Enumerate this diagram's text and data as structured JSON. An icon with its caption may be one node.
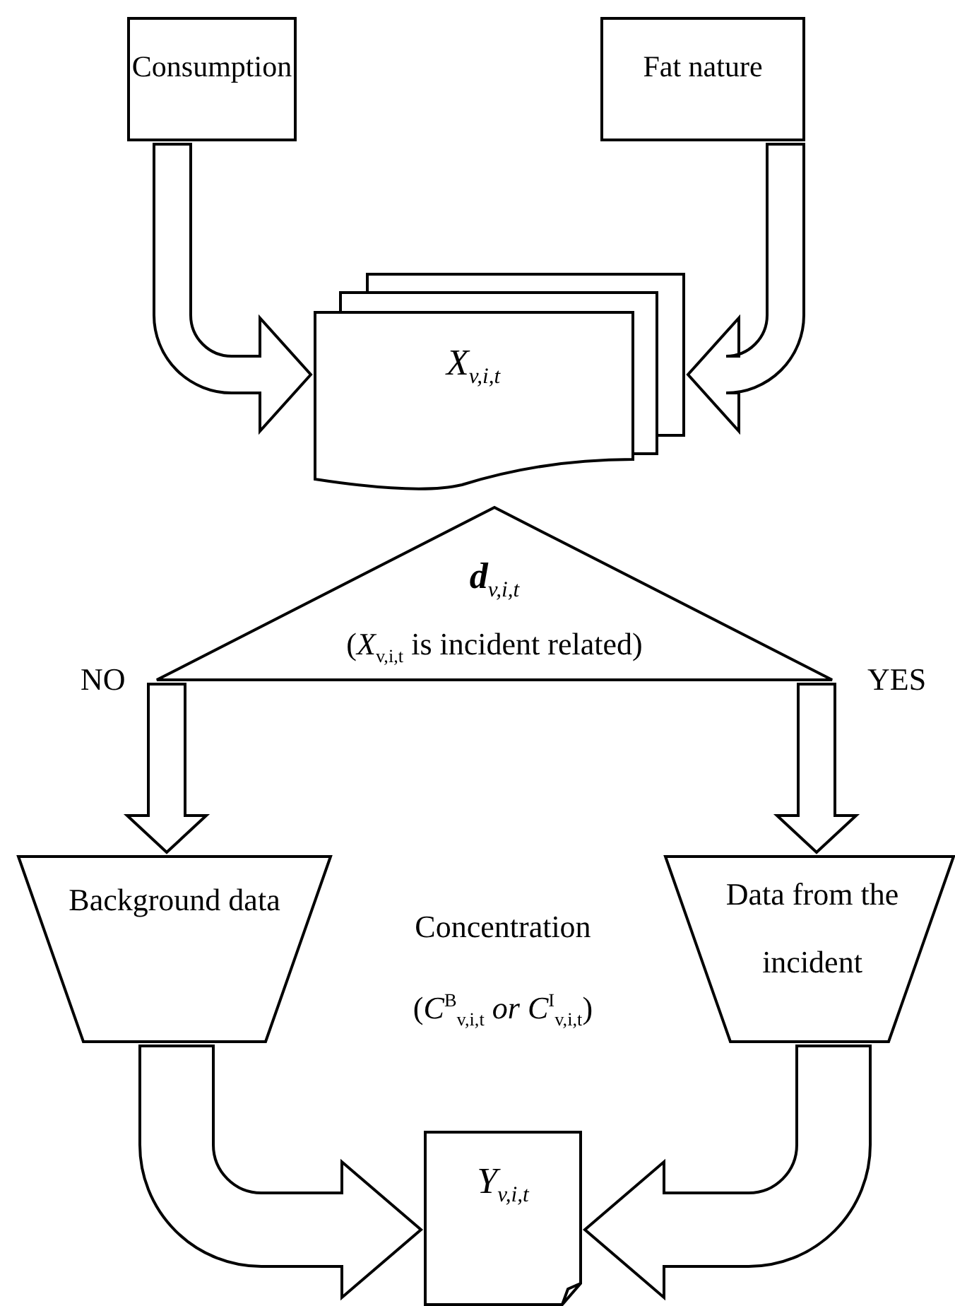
{
  "diagram": {
    "nodes": [
      {
        "text": [
          "Consumption"
        ]
      },
      {
        "text": [
          "Fat nature"
        ]
      },
      {
        "text": [
          "X$_{v,i,t}$"
        ]
      },
      {
        "text": [
          "**d**$_{v,i,t}$",
          "(*X*$_{v,i,t}$ is incident related)"
        ]
      },
      {
        "text": [
          "Background data"
        ]
      },
      {
        "text": [
          "Data from the incident"
        ]
      },
      {
        "text": [
          "Y$_{v,i,t}$"
        ]
      }
    ],
    "edges": [
      {
        "from": 0,
        "to": 2,
        "arrow": "to"
      },
      {
        "from": 1,
        "to": 2,
        "arrow": "to"
      },
      {
        "from": 3,
        "to": 4,
        "arrow": "to",
        "label": "NO"
      },
      {
        "from": 3,
        "to": 5,
        "arrow": "to",
        "label": "YES"
      },
      {
        "from": 4,
        "to": 6,
        "arrow": "to"
      },
      {
        "from": 5,
        "to": 6,
        "arrow": "to"
      }
    ],
    "labels": [
      "Concentration",
      "(*C*$^{B}$$_{v,i,t}$ *or C*$^{I}$$_{v,i,t}$)"
    ]
  }
}
